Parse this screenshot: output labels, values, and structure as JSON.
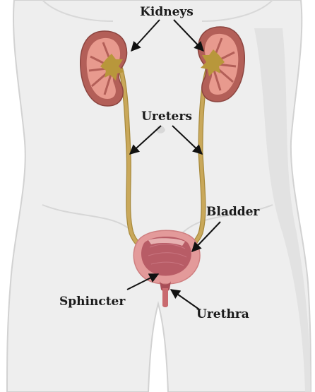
{
  "labels": {
    "kidneys": "Kidneys",
    "ureters": "Ureters",
    "bladder": "Bladder",
    "sphincter": "Sphincter",
    "urethra": "Urethra"
  },
  "colors": {
    "body_fill": "#eeeeee",
    "body_outline": "#d2d2d2",
    "body_shadow": "#dedede",
    "kidney_cortex": "#b35f58",
    "kidney_medulla": "#e89a8e",
    "kidney_pelvis": "#b8973b",
    "ureter": "#c9a85a",
    "ureter_outline": "#a88a3c",
    "bladder_outer": "#e39a9a",
    "bladder_inner": "#b85c66",
    "urethra": "#c96a6f",
    "arrow": "#111111"
  },
  "icons": {
    "left_kidney": "kidney-icon",
    "right_kidney": "kidney-icon",
    "bladder": "bladder-icon"
  }
}
